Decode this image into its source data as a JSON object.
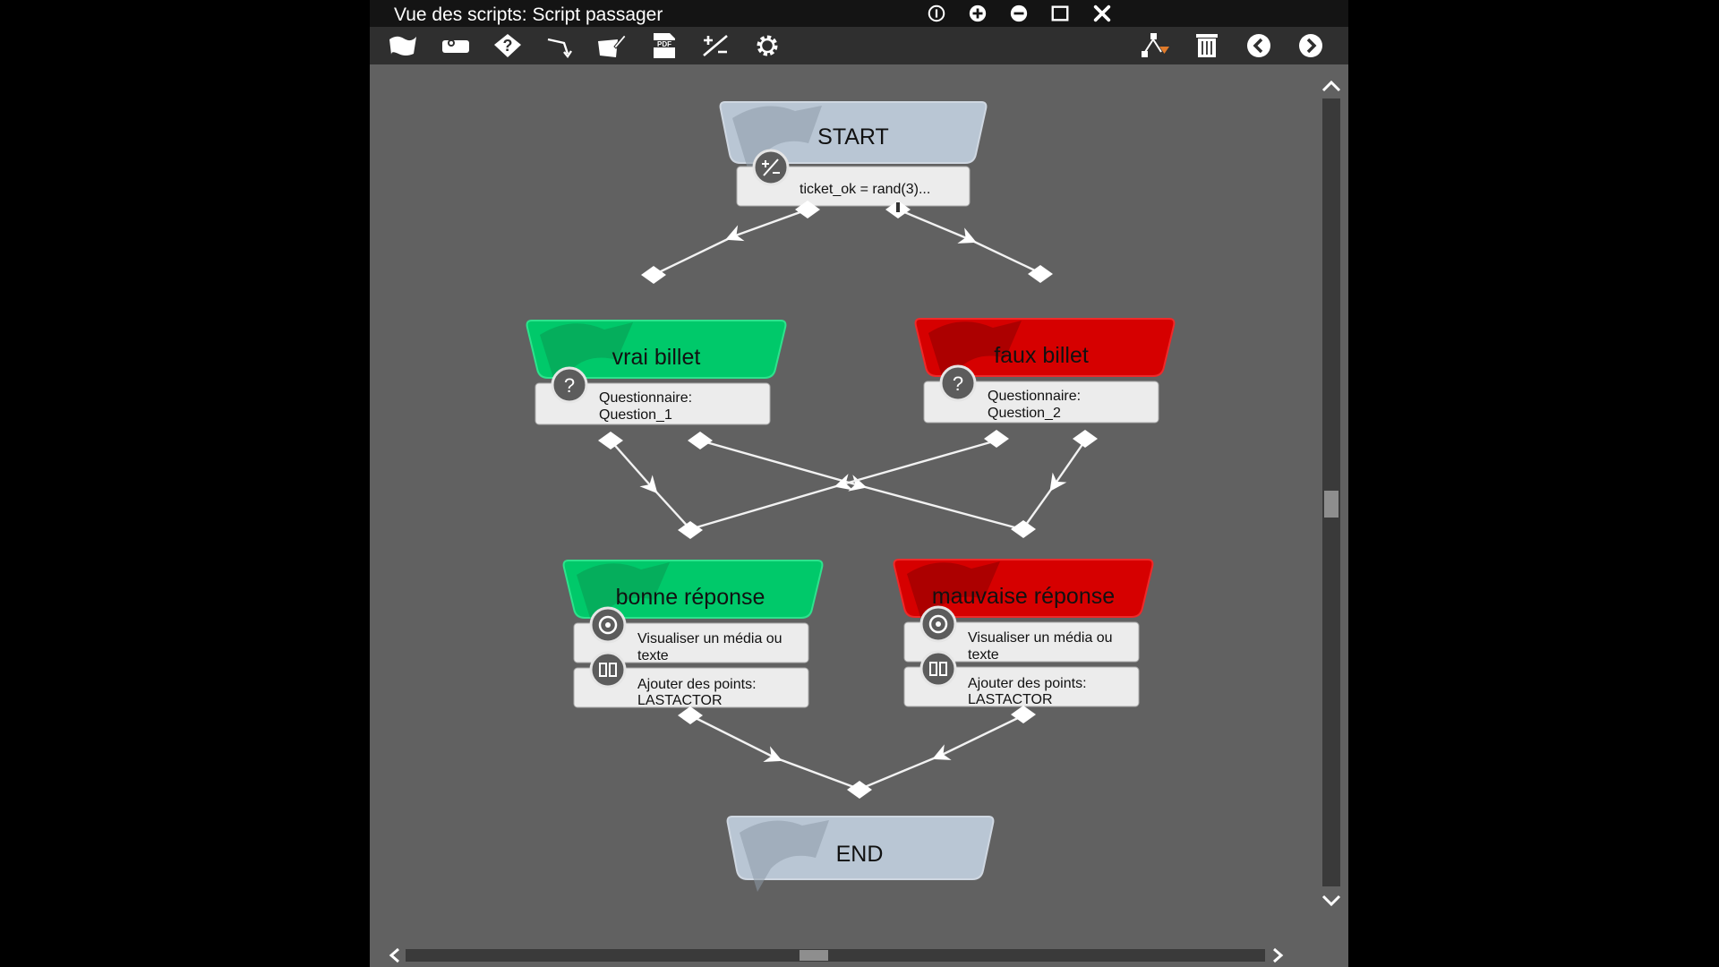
{
  "window": {
    "title": "Vue des scripts: Script passager",
    "controls": [
      "info-icon",
      "add-icon",
      "minimize-icon",
      "maximize-icon",
      "close-icon"
    ]
  },
  "toolbar": {
    "left_icons": [
      "flag-icon",
      "media-icon",
      "question-icon",
      "link-icon",
      "edit-icon",
      "pdf-icon",
      "variable-icon",
      "gear-icon"
    ],
    "right_icons": [
      "tree-layout-icon",
      "trash-icon",
      "previous-icon",
      "next-icon"
    ],
    "pdf_label": "PDF"
  },
  "colors": {
    "start_end": "#b9c6d4",
    "success": "#00c96a",
    "failure": "#d60000",
    "action_box": "#ececec"
  },
  "nodes": {
    "start": {
      "title": "START",
      "actions": [
        {
          "icon": "variable-icon",
          "text": "ticket_ok  = rand(3)..."
        }
      ]
    },
    "vrai": {
      "title": "vrai billet",
      "actions": [
        {
          "icon": "question-icon",
          "line1": "Questionnaire:",
          "line2": "Question_1"
        }
      ]
    },
    "faux": {
      "title": "faux billet",
      "actions": [
        {
          "icon": "question-icon",
          "line1": "Questionnaire:",
          "line2": "Question_2"
        }
      ]
    },
    "bonne": {
      "title": "bonne réponse",
      "actions": [
        {
          "icon": "media-icon",
          "line1": "Visualiser un média ou",
          "line2": "texte"
        },
        {
          "icon": "points-icon",
          "line1": "Ajouter des points:",
          "line2": "LASTACTOR"
        }
      ]
    },
    "mauvaise": {
      "title": "mauvaise réponse",
      "actions": [
        {
          "icon": "media-icon",
          "line1": "Visualiser un média ou",
          "line2": "texte"
        },
        {
          "icon": "points-icon",
          "line1": "Ajouter des points:",
          "line2": "LASTACTOR"
        }
      ]
    },
    "end": {
      "title": "END"
    }
  }
}
